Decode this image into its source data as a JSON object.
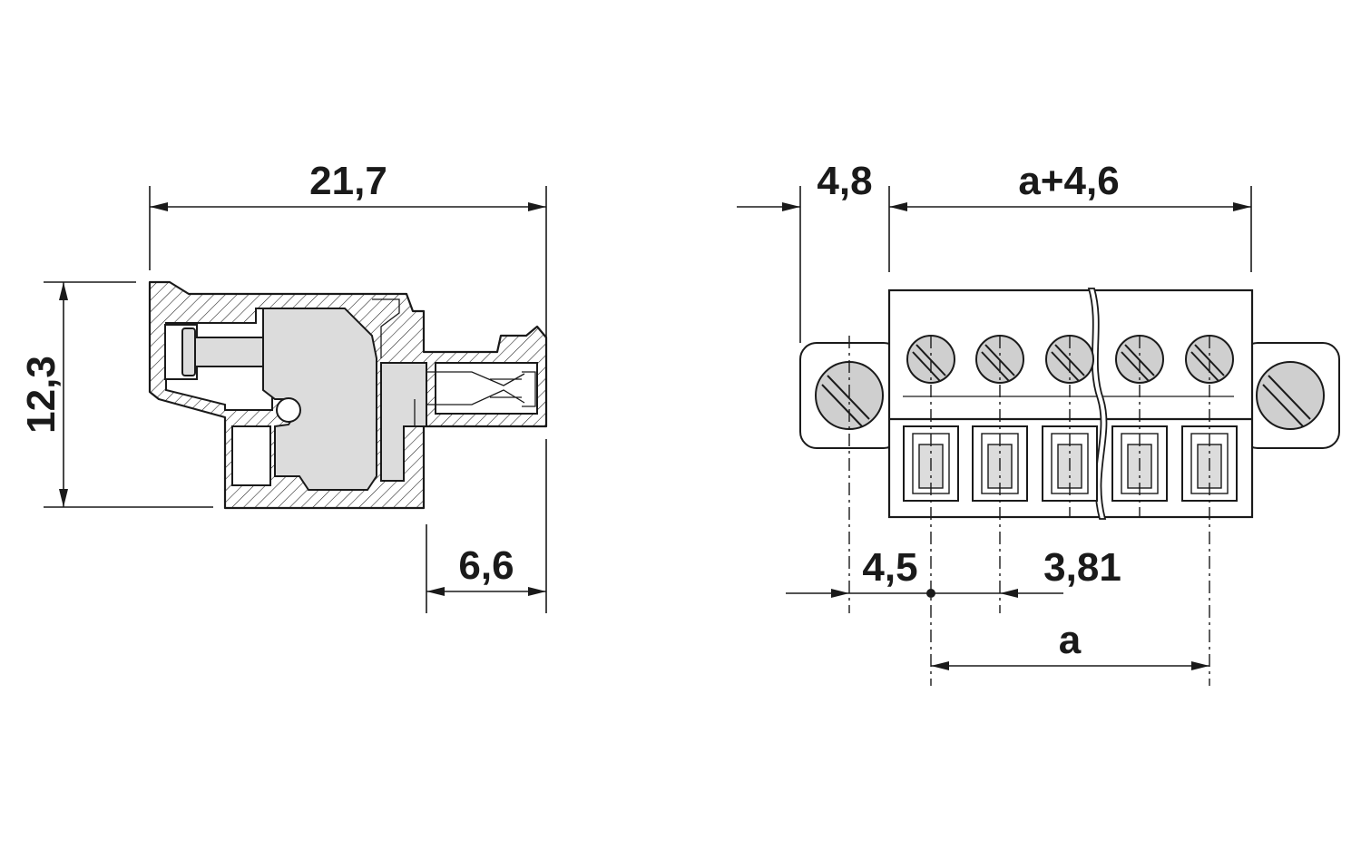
{
  "side_view": {
    "dim_overall_length": "21,7",
    "dim_height": "12,3",
    "dim_plug_length": "6,6"
  },
  "front_view": {
    "dim_flange": "4,8",
    "dim_body_width": "a+4,6",
    "dim_flange_pitch": "4,5",
    "dim_pitch": "3,81",
    "dim_a": "a"
  }
}
